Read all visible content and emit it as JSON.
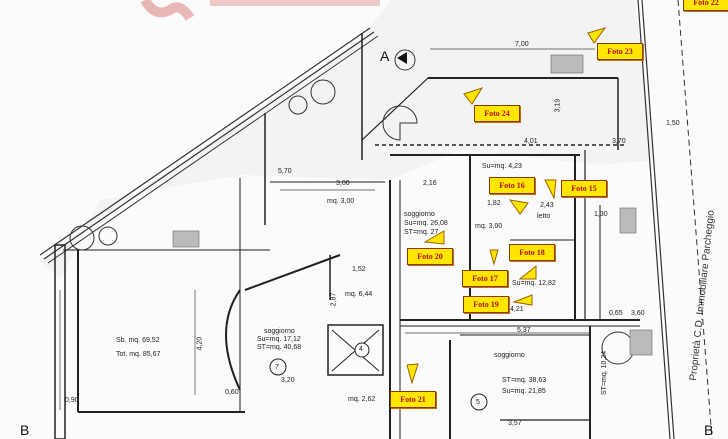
{
  "photo_markers": [
    {
      "label": "Foto 22"
    },
    {
      "label": "Foto 23"
    },
    {
      "label": "Foto 24"
    },
    {
      "label": "Foto 16"
    },
    {
      "label": "Foto 15"
    },
    {
      "label": "Foto 20"
    },
    {
      "label": "Foto 18"
    },
    {
      "label": "Foto 17"
    },
    {
      "label": "Foto 19"
    },
    {
      "label": "Foto 21"
    }
  ],
  "section_marks": {
    "a": "A",
    "b_left": "B",
    "b_right": "B"
  },
  "rooms": {
    "left_area": {
      "sb": "Sb. mq. 69,52",
      "tot": "Tot. mq. 85,67"
    },
    "soggiorno7": {
      "name": "soggiorno",
      "su": "Su=mq. 17,12",
      "st": "ST=mq. 40,68",
      "num": "7"
    },
    "soggiorno_upper": {
      "name": "soggiorno",
      "su": "Su=mq. 26,08",
      "st": "ST=mq. 27"
    },
    "letto": {
      "name": "letto"
    },
    "soggiorno5": {
      "name": "soggiorno",
      "st": "ST=mq. 38,63",
      "su": "Su=mq. 21,85",
      "num": "5"
    },
    "su_small": "Su=mq. 4,23",
    "mq_upper": "mq. 3,00",
    "mq_left": "mq. 3,00",
    "mq_644": "mq. 6,44",
    "mq_262": "mq. 2,62",
    "mq_1282": "Su=mq. 12,82",
    "st_1024": "ST=mq. 10,24",
    "stair_num": "4"
  },
  "dimensions": [
    "7,00",
    "1,50",
    "3,70",
    "4,01",
    "3,19",
    "3,00",
    "2,16",
    "1,82",
    "2,43",
    "1,30",
    "5,37",
    "3,57",
    "3,60",
    "0,65",
    "4,21",
    "3,20",
    "0,60",
    "1,52",
    "2,87",
    "4,20",
    "5,70",
    "0,90"
  ],
  "boundary_text": "Proprietà C.D. Immobiliare Parcheggio",
  "colors": {
    "marker_fill": "#ffe600",
    "marker_text": "#b01010",
    "watermark": "#e8b8b8"
  }
}
